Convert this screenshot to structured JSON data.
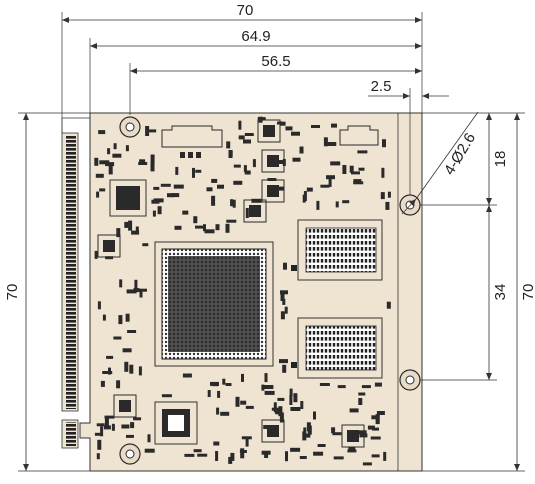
{
  "dimensions": {
    "overall_width": "70",
    "width_2": "64.9",
    "width_3": "56.5",
    "edge_offset": "2.5",
    "hole_spec": "4-Ø2.6",
    "hole_top_offset": "18",
    "hole_spacing": "34",
    "overall_height_left": "70",
    "overall_height_right": "70"
  }
}
